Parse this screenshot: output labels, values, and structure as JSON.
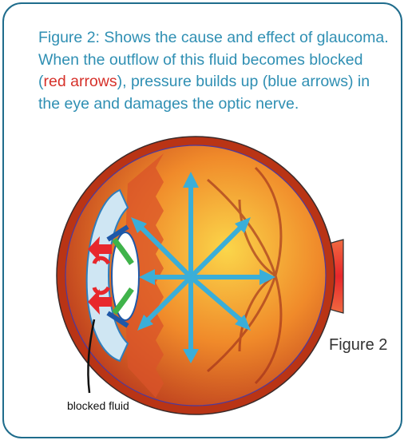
{
  "caption": {
    "part1": "Figure 2:  Shows the cause and effect of glaucoma.  When the outflow of this fluid becomes blocked (",
    "red_text": "red arrows",
    "part2": "), pressure builds up (blue arrows) in the eye and damages the optic nerve."
  },
  "labels": {
    "figure": "Figure 2",
    "blocked": "blocked fluid"
  },
  "colors": {
    "border": "#1f6c8c",
    "caption_text": "#2f8fb3",
    "highlight_red": "#d6312a",
    "pressure_arrows": "#3aaed8",
    "blocked_arrows": "#e8282c",
    "lens_ring": "#3fb34a"
  },
  "icons": [
    "eye-diagram",
    "pressure-arrow-icon",
    "blocked-fluid-arrow-icon"
  ]
}
